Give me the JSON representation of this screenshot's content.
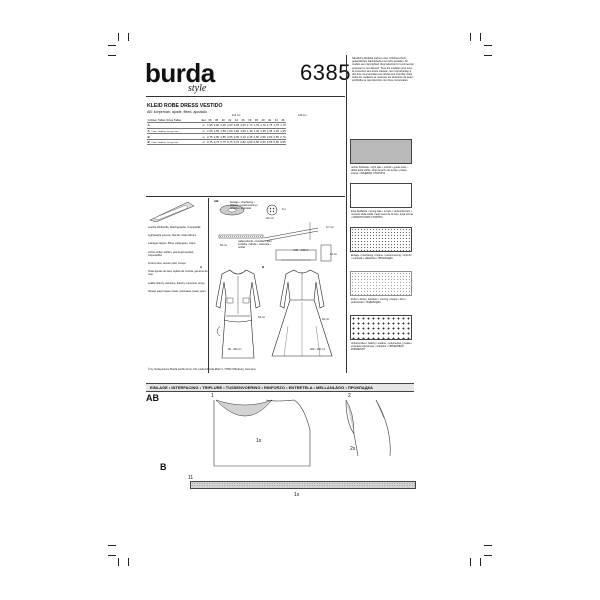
{
  "header": {
    "brand": "burda",
    "brand_sub": "style",
    "pattern_number": "6385"
  },
  "garment": {
    "title": "KLEID ROBE DRESS VESTIDO",
    "subtitle": "AB: körpernah, ajusté, fitted, ajustado"
  },
  "size_table": {
    "header_label": "Größen Tailles Sizes Tallas",
    "unit": "Eur",
    "fabric_widths": [
      "114 cm",
      "140 cm"
    ],
    "sizes": [
      "36",
      "38",
      "40",
      "42",
      "44",
      "46"
    ],
    "rows": [
      {
        "label": "A",
        "unit": "m",
        "w114": [
          "1,95",
          "2,00",
          "2,00",
          "2,00",
          "2,05",
          "2,05"
        ],
        "w140": [
          "1,70",
          "1,70",
          "1,70",
          "1,75",
          "1,75",
          "1,75"
        ]
      },
      {
        "label": "A",
        "sub": "Futter, Doublure, Lining, Forro",
        "unit": "m",
        "w114": [
          "1,55",
          "1,55",
          "1,55",
          "1,60",
          "1,60",
          "1,60"
        ],
        "w140": [
          "1,30",
          "1,30",
          "1,35",
          "1,35",
          "1,35",
          "1,35"
        ]
      },
      {
        "label": "B",
        "unit": "m",
        "w114": [
          "2,75",
          "2,80",
          "2,85",
          "2,95",
          "3,00",
          "3,10"
        ],
        "w140": [
          "2,45",
          "2,50",
          "2,55",
          "2,60",
          "2,65",
          "2,70"
        ]
      },
      {
        "label": "B",
        "sub": "Futter, Doublure, Lining, Forro",
        "unit": "m",
        "w114": [
          "0,75",
          "0,75",
          "0,75",
          "0,75",
          "0,75",
          "0,80"
        ],
        "w140": [
          "0,50",
          "0,50",
          "0,50",
          "0,55",
          "0,55",
          "0,55"
        ]
      }
    ]
  },
  "copyright_note": "Sämtliche Modelle stehen unter Urheberschutz, gewerbliches Nacharbeiten ist nicht gestattet. All models are copyrighted. Reproduction for commercial purposes is not allowed. Tous les modèles sont sous la protection des droits d'auteur, leur reproduction à des fins commerciales est strictement interdite. Para todos los modelos se reservan los derechos de autor, prohibida su reproducción con fines comerciales.",
  "legend": [
    {
      "text": "rechte Stoffseite • right side • endroit • goede kant • diritto della stoffa • lado derecho de la tela • prawa strona • ЛИЦЕВАЯ СТОРОНА"
    },
    {
      "text": "linke Stoffseite • wrong side • envers • verkeerde kant • rovescio della stoffa • lado revés de la tela • lewa strona • ИЗНАНОЧНАЯ СТОРОНА"
    },
    {
      "text": "Einlage • interfacing • triplure • tussenvoering • rinforzo • entretela • wkładzina • ПРОКЛАДКА"
    },
    {
      "text": "Futter • lining • doublure • voering • fodera • forro • podszewka • ПОДКЛАДКА"
    },
    {
      "text": "Volumenvlies • batting • ouatine • volumevlies • ovatta • entretela voluminosa • ocieplina • ОБЪЕМНЫЙ ФЛИЗЕЛИН"
    }
  ],
  "fabrics": {
    "title": "AB:",
    "items": [
      "Leichte Webstoffe, Mischgewebe, Kreppstoffe",
      "Lightweight wovens, blends, crêpe fabrics",
      "Lainages légers, fibres mélangées, crêpe",
      "Lichte wollen stoffen, gemengd weefsel, crêpestoffen",
      "Fresco lana, tessuti misti, crespo",
      "Telas ligeras de lana, tejidos de mezcla, géneros de crep",
      "Lekkie tkaniny wełniane, tkaniny mieszane, krepy",
      "Легкие шерстяные ткани, смесовые ткани, креп"
    ]
  },
  "notions": {
    "interfacing": "Einlage • Interfacing • triplure • tussenvoering • rinforzo • entretela",
    "buttons_count": "6 x",
    "buttons_size": "20 mm",
    "zipper": "nahtverdeckt • invisible • pour invisible • blinde • nascosta • oculta",
    "zipper_length": "60 cm",
    "belt": "4,00 - 4,80 m",
    "height_a": "12 cm",
    "height_b": "0,7 cm"
  },
  "views": {
    "a_label": "A",
    "b_label": "B",
    "a_length": "54 cm",
    "a_hem": "90 - 106 cm",
    "b_length": "60 cm",
    "b_hem": "200 - 226 cm"
  },
  "publisher": "© by Verlag Aenne Burda GmbH & Co. KG, Hubert-Burda-Platz 2, 77652 Offenburg, Germany",
  "interfacing_band": "EINLAGE • INTERFACING • TRIPLURE • TUSSENVOERING • RINFORZO • ENTRETELA • MELLANLÄGG • ПРОКЛАДКА",
  "pieces": {
    "group_ab": "AB",
    "piece1_num": "1",
    "piece1_qty": "1x",
    "piece2_num": "2",
    "piece2_qty": "2x",
    "group_b": "B",
    "piece11_num": "11",
    "piece11_qty": "1x"
  }
}
